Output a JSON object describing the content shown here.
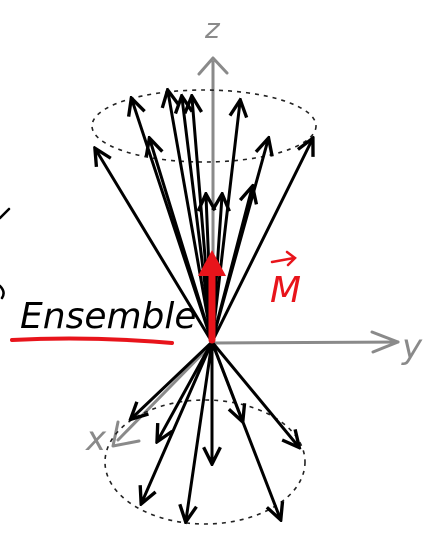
{
  "labels": {
    "z_axis": "z",
    "y_axis": "y",
    "x_axis": "x",
    "magnetization": "M",
    "ensemble": "Ensemble"
  },
  "colors": {
    "axis": "#8a8a8a",
    "spin_vectors": "#000000",
    "magnetization": "#e8141b",
    "ensemble_label": "#000000",
    "underline": "#e8141b",
    "cone_outline": "#222222"
  },
  "icons": {
    "magnetization_symbol": "vector-arrow-over-letter"
  }
}
